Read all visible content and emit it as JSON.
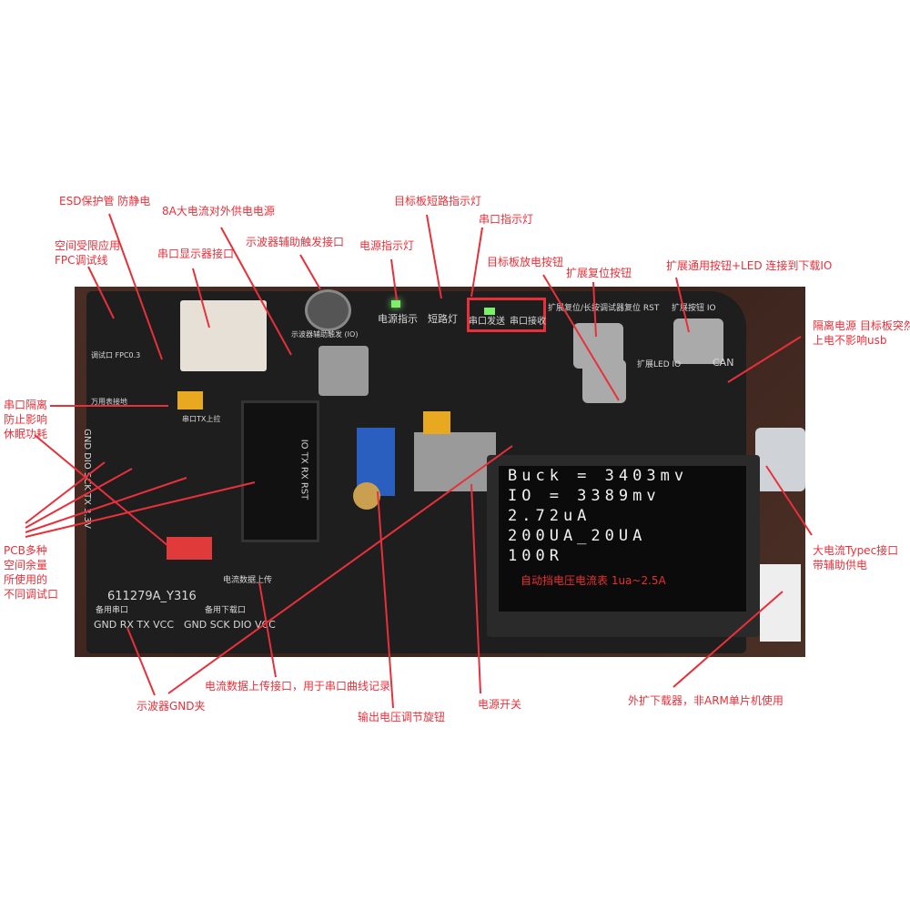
{
  "annotations": {
    "esd": "ESD保护管 防静电",
    "fpc_1": "空间受限应用",
    "fpc_2": "FPC调试线",
    "power_8a": "8A大电流对外供电电源",
    "serial_display": "串口显示器接口",
    "scope_trigger": "示波器辅助触发接口",
    "power_led": "电源指示灯",
    "short_led": "目标板短路指示灯",
    "serial_led": "串口指示灯",
    "discharge_btn": "目标板放电按钮",
    "reset_btn": "扩展复位按钮",
    "general_btn": "扩展通用按钮+LED 连接到下载IO",
    "isolated_1": "隔离电源 目标板突然",
    "isolated_2": "上电不影响usb",
    "serial_iso_1": "串口隔离",
    "serial_iso_2": "防止影响",
    "serial_iso_3": "休眠功耗",
    "pcb_multi_1": "PCB多种",
    "pcb_multi_2": "空间余量",
    "pcb_multi_3": "所使用的",
    "pcb_multi_4": "不同调试口",
    "typec_1": "大电流Typec接口",
    "typec_2": "带辅助供电",
    "scope_gnd": "示波器GND夹",
    "current_upload": "电流数据上传接口，用于串口曲线记录",
    "voltage_knob": "输出电压调节旋钮",
    "power_switch": "电源开关",
    "ext_downloader": "外扩下载器，非ARM单片机使用"
  },
  "oled": {
    "line1": "Buck = 3403mv",
    "line2": "IO = 3389mv",
    "line3": "2.72uA",
    "line4": "200UA_20UA",
    "line5": "100R",
    "note": "自动挡电压电流表 1ua~2.5A"
  },
  "silkscreen": {
    "power_ind": "电源指示",
    "short": "短路灯",
    "uart_tx": "串口发送",
    "uart_rx": "串口接收",
    "rst_label": "扩展复位/长按调试器复位 RST",
    "ext_btn": "扩展按钮 IO",
    "can": "CAN",
    "ext_led": "扩展LED IO",
    "model": "611279A_Y316",
    "uart_port": "GND RX TX VCC",
    "swd_port": "GND SCK DIO VCC",
    "spare_uart": "备用串口",
    "spare_dl": "备用下载口",
    "swd_side": "GND DIO SCK TX 3.3V",
    "header_label": "IO TX RX RST",
    "debug_fpc": "调试口 FPC0.3",
    "scope_io": "示波器辅助触发 (IO)",
    "multimeter": "万用表接地",
    "uart_tx_pull": "串口TX上拉",
    "current_up": "电流数据上传"
  },
  "colors": {
    "annotation": "#e8303a",
    "led_green": "#7cf06a"
  }
}
